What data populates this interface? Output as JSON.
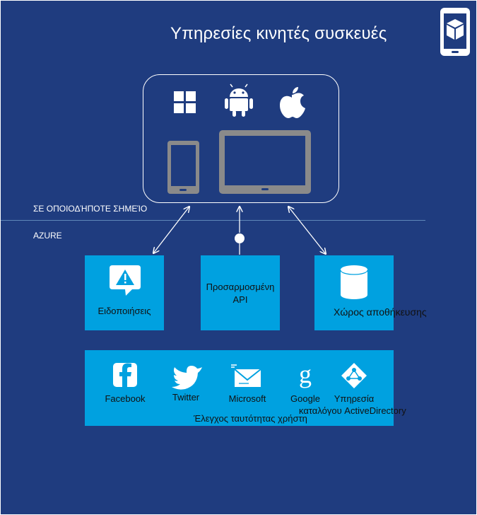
{
  "header": {
    "title": "Υπηρεσίες κινητές συσκευές",
    "title_icon": "mobile-cube-icon"
  },
  "zones": {
    "anywhere": "ΣΕ ΟΠΟΙΟΔΉΠΟΤΕ ΣΗΜΕΊΟ",
    "azure": "AZURE"
  },
  "devices": {
    "platforms": [
      "windows-logo-icon",
      "android-logo-icon",
      "apple-logo-icon"
    ],
    "hardware": [
      "phone-icon",
      "tablet-icon"
    ]
  },
  "services": {
    "notifications": {
      "label": "Ειδοποιήσεις",
      "icon": "warning-bubble-icon"
    },
    "custom_api": {
      "line1": "Προσαρμοσμένη",
      "line2": "API"
    },
    "storage": {
      "label": "Χώρος αποθήκευσης",
      "icon": "database-icon"
    }
  },
  "auth": {
    "caption": "Έλεγχος ταυτότητας χρήστη",
    "providers": [
      {
        "name": "Facebook",
        "icon": "facebook-icon"
      },
      {
        "name": "Twitter",
        "icon": "twitter-icon"
      },
      {
        "name": "Microsoft",
        "icon": "mail-icon"
      },
      {
        "name": "Google",
        "icon": "google-icon"
      },
      {
        "name": "Υπηρεσία",
        "name2": "καταλόγου ActiveDirectory",
        "icon": "active-directory-icon"
      }
    ]
  },
  "colors": {
    "background": "#1f3c7f",
    "service_fill": "#00a1e0",
    "icon_fill": "#ffffff",
    "device_gray": "#8a8a8a"
  }
}
